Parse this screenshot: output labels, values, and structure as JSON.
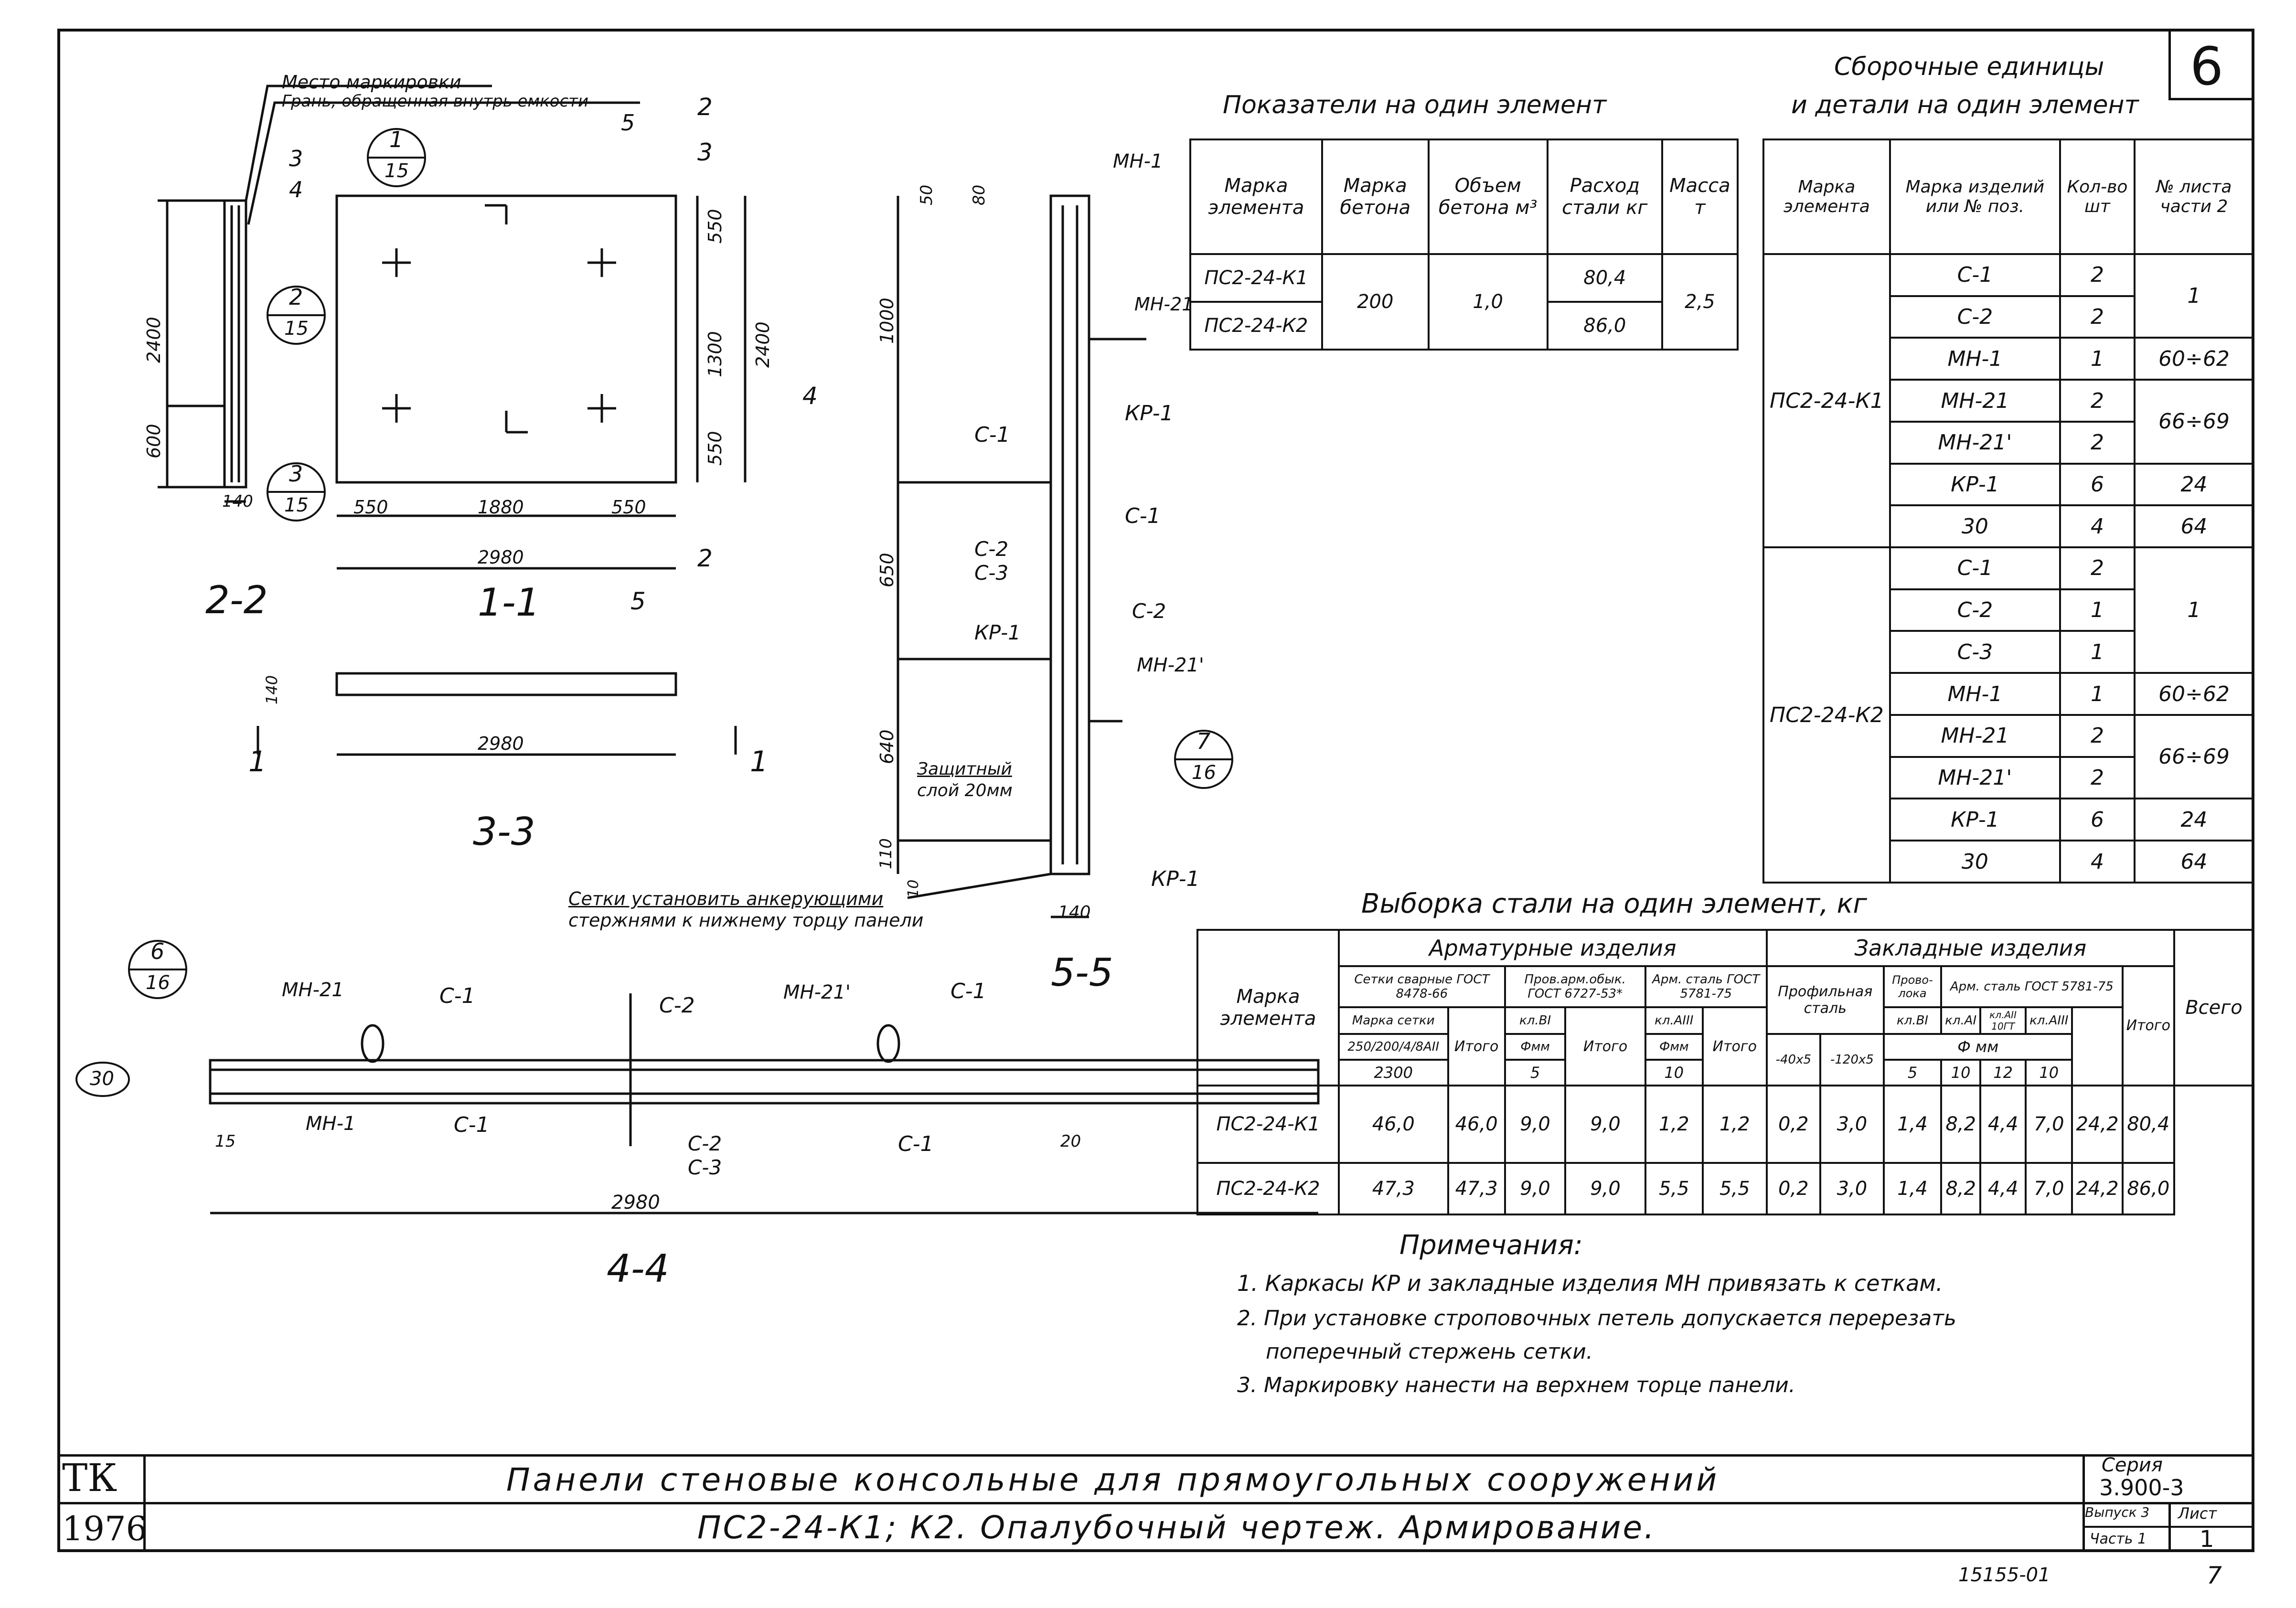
{
  "sheet_badge": "6",
  "sections": {
    "s22": "2-2",
    "s11": "1-1",
    "s33": "3-3",
    "s55": "5-5",
    "s44": "4-4"
  },
  "callouts": {
    "marking_place": "Место маркировки",
    "inner_face": "Грань, обращенная внутрь емкости",
    "anchor_note_1": "Сетки установить анкерующими",
    "anchor_note_2": "стержнями к нижнему торцу панели",
    "protective_1": "Защитный",
    "protective_2": "слой 20мм"
  },
  "bubbles": {
    "b1": {
      "n": "1",
      "d": "15"
    },
    "b2": {
      "n": "2",
      "d": "15"
    },
    "b3": {
      "n": "3",
      "d": "15"
    },
    "b7": {
      "n": "7",
      "d": "16"
    },
    "b6": {
      "n": "6",
      "d": "16"
    },
    "b30": "30"
  },
  "cut_marks": {
    "c2": "2",
    "c3": "3",
    "c34": "3",
    "c44": "4",
    "c5": "5",
    "c4r": "4",
    "c1l": "1",
    "c1r": "1",
    "c2b": "2",
    "c5b": "5"
  },
  "dims": {
    "d2400": "2400",
    "d600": "600",
    "d140": "140",
    "d550a": "550",
    "d1880": "1880",
    "d550b": "550",
    "d2980": "2980",
    "d550r": "550",
    "d1300": "1300",
    "d550r2": "550",
    "d2400r": "2400",
    "d140b": "140",
    "d2980b": "2980",
    "d50": "50",
    "d80": "80",
    "d1000": "1000",
    "d650": "650",
    "d640": "640",
    "d110": "110",
    "d10": "10",
    "d140c": "140",
    "d15": "15",
    "d20": "20",
    "d2980c": "2980"
  },
  "labels_55": {
    "mn1": "МН-1",
    "mn21": "МН-21",
    "c1a": "С-1",
    "kr1a": "КР-1",
    "c1b": "С-1",
    "c2": "С-2",
    "c3": "С-3",
    "kr1b": "КР-1",
    "c2b": "С-2",
    "mn21p": "МН-21'",
    "kr1c": "КР-1"
  },
  "labels_44": {
    "mn21": "МН-21",
    "c1a": "С-1",
    "c2": "С-2",
    "mn21p": "МН-21'",
    "c1b": "С-1",
    "mn1": "МН-1",
    "c1c": "С-1",
    "c2b": "С-2",
    "c3b": "С-3",
    "c1d": "С-1"
  },
  "indicators": {
    "title": "Показатели на один элемент",
    "headers": [
      "Марка элемента",
      "Марка бетона",
      "Объем бетона м³",
      "Расход стали кг",
      "Масса т"
    ],
    "rows": [
      {
        "mark": "ПС2-24-К1",
        "steel": "80,4"
      },
      {
        "mark": "ПС2-24-К2",
        "steel": "86,0"
      }
    ],
    "concrete": "200",
    "volume": "1,0",
    "mass": "2,5"
  },
  "assembly": {
    "title_1": "Сборочные единицы",
    "title_2": "и детали на один элемент",
    "headers": [
      "Марка элемента",
      "Марка изделий или № поз.",
      "Кол-во шт",
      "№ листа части 2"
    ],
    "groups": [
      {
        "mark": "ПС2-24-К1",
        "items": [
          {
            "item": "С-1",
            "qty": "2"
          },
          {
            "item": "С-2",
            "qty": "2"
          },
          {
            "item": "МН-1",
            "qty": "1"
          },
          {
            "item": "МН-21",
            "qty": "2"
          },
          {
            "item": "МН-21'",
            "qty": "2"
          },
          {
            "item": "КР-1",
            "qty": "6"
          },
          {
            "item": "30",
            "qty": "4"
          }
        ],
        "sheets": [
          "1",
          "60÷62",
          "66÷69",
          "24",
          "64"
        ]
      },
      {
        "mark": "ПС2-24-К2",
        "items": [
          {
            "item": "С-1",
            "qty": "2"
          },
          {
            "item": "С-2",
            "qty": "1"
          },
          {
            "item": "С-3",
            "qty": "1"
          },
          {
            "item": "МН-1",
            "qty": "1"
          },
          {
            "item": "МН-21",
            "qty": "2"
          },
          {
            "item": "МН-21'",
            "qty": "2"
          },
          {
            "item": "КР-1",
            "qty": "6"
          },
          {
            "item": "30",
            "qty": "4"
          }
        ],
        "sheets": [
          "1",
          "60÷62",
          "66÷69",
          "24",
          "64"
        ]
      }
    ]
  },
  "steel": {
    "title": "Выборка стали на один элемент, кг",
    "h_mark": "Марка элемента",
    "h_arm": "Арматурные изделия",
    "h_emb": "Закладные изделия",
    "h_total": "Всего",
    "h_mesh": "Сетки сварные ГОСТ 8478-66",
    "h_wire": "Пров.арм.обык. ГОСТ 6727-53*",
    "h_armst": "Арм. сталь ГОСТ 5781-75",
    "h_prof": "Профильная сталь",
    "h_strip": "Прово-лока",
    "h_armst2": "Арм. сталь ГОСТ 5781-75",
    "h_mesh_mark": "Марка сетки",
    "h_mesh_sub": "250/200/4/8АII",
    "h_mesh_w": "2300",
    "h_itogo": "Итого",
    "h_klb1": "кл.ВI",
    "h_fmm": "Фмм",
    "h_d5": "5",
    "h_kla3": "кл.АIII",
    "h_d10": "10",
    "h_p1": "-40х5",
    "h_p2": "-120х5",
    "h_klb1b": "кл.ВI",
    "h_kla1": "кл.АI",
    "h_kla2": "кл.АII 10ГТ",
    "h_kla3b": "кл.АIII",
    "h_fmm2": "Ф мм",
    "h_e5": "5",
    "h_e10": "10",
    "h_e12": "12",
    "h_e10b": "10",
    "rows": [
      {
        "mark": "ПС2-24-К1",
        "v": [
          "46,0",
          "46,0",
          "9,0",
          "9,0",
          "1,2",
          "1,2",
          "0,2",
          "3,0",
          "1,4",
          "8,2",
          "4,4",
          "7,0",
          "24,2",
          "80,4"
        ]
      },
      {
        "mark": "ПС2-24-К2",
        "v": [
          "47,3",
          "47,3",
          "9,0",
          "9,0",
          "5,5",
          "5,5",
          "0,2",
          "3,0",
          "1,4",
          "8,2",
          "4,4",
          "7,0",
          "24,2",
          "86,0"
        ]
      }
    ]
  },
  "notes": {
    "title": "Примечания:",
    "n1": "1. Каркасы КР    и закладные изделия МН    привязать к сеткам.",
    "n2a": "2. При установке строповочных петель допускается перерезать",
    "n2b": "поперечный стержень сетки.",
    "n3": "3. Маркировку нанести на верхнем торце панели."
  },
  "title_block": {
    "tk": "ТК",
    "year": "1976",
    "title_1": "Панели стеновые консольные для прямоугольных сооружений",
    "title_2": "ПС2-24-К1; К2. Опалубочный чертеж. Армирование.",
    "series_label": "Серия",
    "series": "3.900-3",
    "issue": "Выпуск 3",
    "part": "Часть 1",
    "sheet_label": "Лист",
    "sheet": "1",
    "doc_no": "15155-01",
    "page": "7"
  }
}
